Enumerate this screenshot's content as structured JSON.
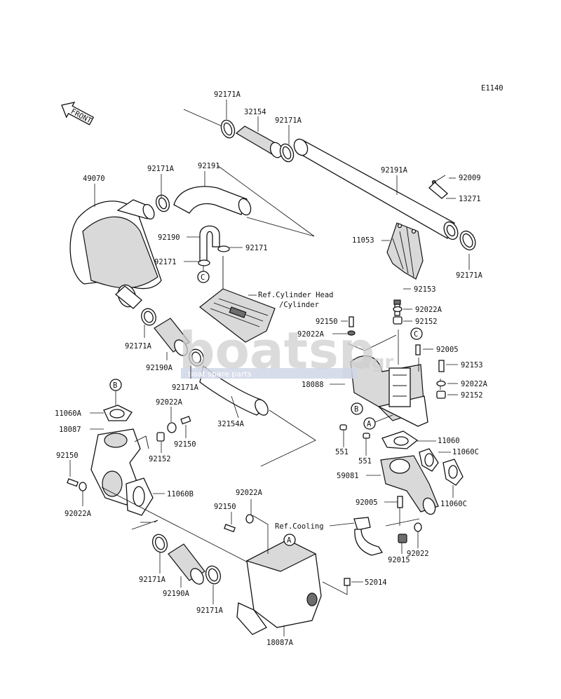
{
  "diagram_code": "E1140",
  "front_label": "FRONT",
  "watermark": {
    "main_a": "boat",
    "main_b": "sp",
    "suffix": ".gr",
    "sub": "boat spare parts"
  },
  "refs": {
    "cyl_head_1": "Ref.Cylinder Head",
    "cyl_head_2": "/Cylinder",
    "cooling": "Ref.Cooling"
  },
  "markers": {
    "a": "A",
    "b": "B",
    "c": "C"
  },
  "parts": {
    "p92171A_top": "92171A",
    "p32154_top": "32154",
    "p92171A_top2": "92171A",
    "p92191A": "92191A",
    "p92009": "92009",
    "p13271": "13271",
    "p11053": "11053",
    "p92171A_right": "92171A",
    "p49070": "49070",
    "p92171A_mid": "92171A",
    "p92191": "92191",
    "p92190": "92190",
    "p92171_left": "92171",
    "p92171_right": "92171",
    "p92153_top": "92153",
    "p92022A_r1": "92022A",
    "p92152_r1": "92152",
    "p92150_mid": "92150",
    "p92022A_mid": "92022A",
    "p92005_r": "92005",
    "p92153_r2": "92153",
    "p92022A_r2": "92022A",
    "p92152_r2": "92152",
    "p18088": "18088",
    "p92171A_l1": "92171A",
    "p92190A_l": "92190A",
    "p92171A_l2": "92171A",
    "p32154A": "32154A",
    "p11060A": "11060A",
    "p18087": "18087",
    "p92022A_c": "92022A",
    "p92150_c": "92150",
    "p92152_c": "92152",
    "p92150_l": "92150",
    "p92022A_l": "92022A",
    "p11060B": "11060B",
    "p551_a": "551",
    "p551_b": "551",
    "p11060": "11060",
    "p11060C_a": "11060C",
    "p59081": "59081",
    "p11060C_b": "11060C",
    "p92022A_b": "92022A",
    "p92150_b": "92150",
    "p92005_b": "92005",
    "p92015": "92015",
    "p92022": "92022",
    "p92171A_b1": "92171A",
    "p92190A_b": "92190A",
    "p92171A_b2": "92171A",
    "p52014": "52014",
    "p18087A": "18087A"
  }
}
